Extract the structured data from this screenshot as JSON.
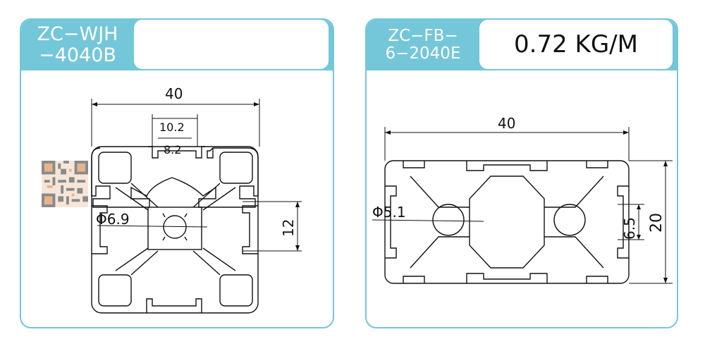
{
  "left_card": {
    "model_line1": "ZC−WJH",
    "model_line2": "−4040B",
    "value": "",
    "dims": {
      "width": "40",
      "slot_outer": "10.2",
      "slot_inner": "8.2",
      "center_hole": "Φ6.9",
      "slot_gap": "12"
    }
  },
  "right_card": {
    "model_line1": "ZC−FB−",
    "model_line2": "6−2040E",
    "value": "0.72 KG/M",
    "dims": {
      "width": "40",
      "height": "20",
      "center_hole": "Φ5.1",
      "slot": "6.5"
    }
  },
  "colors": {
    "accent": "#74c7d8",
    "line": "#111111",
    "qr_dark": "#8a8a8a",
    "qr_light": "#e8b48c"
  }
}
